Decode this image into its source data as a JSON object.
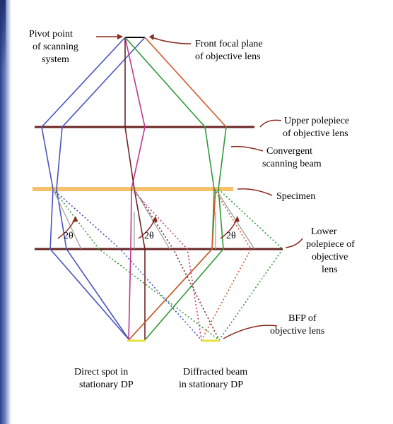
{
  "labels": {
    "pivot": [
      "Pivot point",
      "of scanning",
      "system"
    ],
    "ffp": [
      "Front focal plane",
      "of objective lens"
    ],
    "upper": [
      "Upper polepiece",
      "of objective lens"
    ],
    "convergent": [
      "Convergent",
      "scanning beam"
    ],
    "specimen": "Specimen",
    "lower": [
      "Lower",
      "polepiece of",
      "objective",
      "lens"
    ],
    "bfp": [
      "BFP of",
      "objective lens"
    ],
    "direct": [
      "Direct spot in",
      "stationary DP"
    ],
    "diffracted": [
      "Diffracted beam",
      "in stationary DP"
    ],
    "angle": "2θ"
  },
  "colors": {
    "blue": "#4a55c0",
    "magenta": "#c0388a",
    "dark_red": "#6b2424",
    "green": "#2e9a3a",
    "orange_red": "#d0582a",
    "specimen": "#f5c26b",
    "brown_leader": "#8b2a1e",
    "yellow_spot": "#e8e040"
  }
}
